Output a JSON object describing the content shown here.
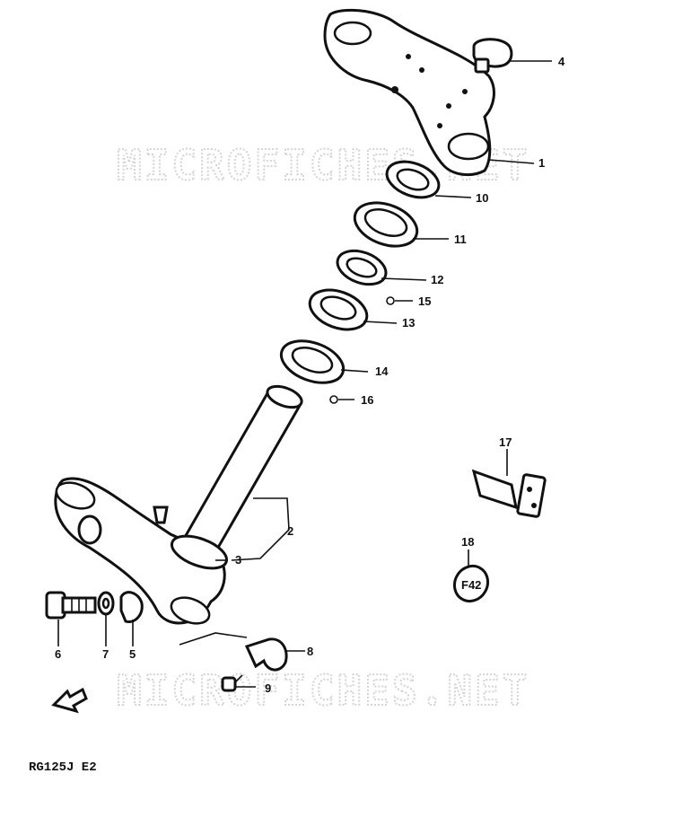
{
  "watermark": {
    "top": "MICROFICHES.NET",
    "bottom": "MICROFICHES.NET"
  },
  "model_code": "RG125J E2",
  "callouts": [
    {
      "id": "1",
      "label": "1"
    },
    {
      "id": "2",
      "label": "2"
    },
    {
      "id": "3",
      "label": "3"
    },
    {
      "id": "4",
      "label": "4"
    },
    {
      "id": "5",
      "label": "5"
    },
    {
      "id": "6",
      "label": "6"
    },
    {
      "id": "7",
      "label": "7"
    },
    {
      "id": "8",
      "label": "8"
    },
    {
      "id": "9",
      "label": "9"
    },
    {
      "id": "10",
      "label": "10"
    },
    {
      "id": "11",
      "label": "11"
    },
    {
      "id": "12",
      "label": "12"
    },
    {
      "id": "13",
      "label": "13"
    },
    {
      "id": "14",
      "label": "14"
    },
    {
      "id": "15",
      "label": "15"
    },
    {
      "id": "16",
      "label": "16"
    },
    {
      "id": "17",
      "label": "17"
    },
    {
      "id": "18",
      "label": "18"
    }
  ],
  "plate_text": "F42",
  "colors": {
    "ink": "#111111",
    "watermark": "#d4d4d4",
    "background": "#ffffff"
  }
}
